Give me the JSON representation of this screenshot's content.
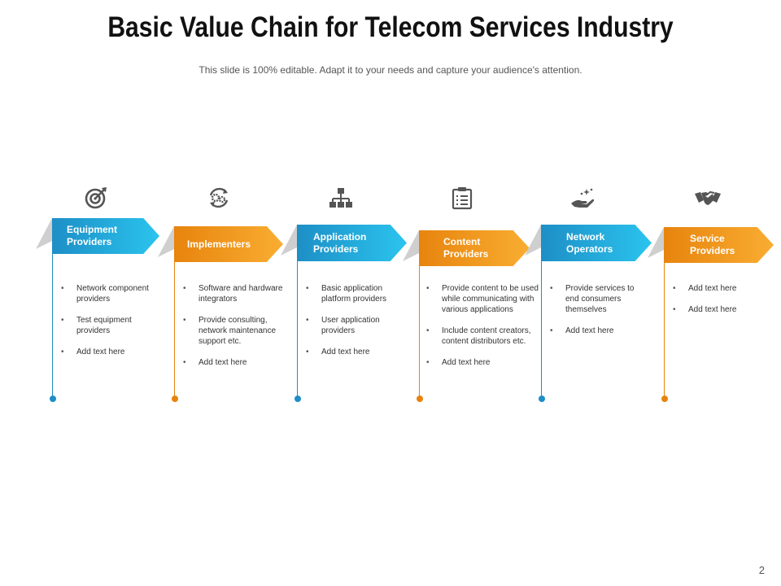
{
  "title": "Basic Value Chain for Telecom Services Industry",
  "subtitle": "This slide is 100% editable. Adapt it to your needs and capture your audience's attention.",
  "page_number": "2",
  "colors": {
    "blue": "#1d8fc6",
    "blue_light": "#2bc4ee",
    "orange": "#e7840e",
    "orange_light": "#f9ad32",
    "icon": "#555555"
  },
  "stages": [
    {
      "name": "Equipment Providers",
      "line1": "Equipment",
      "line2": "Providers",
      "icon": "target-icon",
      "color": "blue",
      "bullets": [
        "Network component providers",
        "Test equipment providers",
        "Add text here"
      ]
    },
    {
      "name": "Implementers",
      "line1": "Implementers",
      "line2": "",
      "icon": "gears-icon",
      "color": "orange",
      "bullets": [
        "Software and hardware integrators",
        "Provide consulting, network maintenance support etc.",
        "Add text here"
      ]
    },
    {
      "name": "Application Providers",
      "line1": "Application",
      "line2": "Providers",
      "icon": "hierarchy-icon",
      "color": "blue",
      "bullets": [
        "Basic application platform providers",
        "User application providers",
        "Add text here"
      ]
    },
    {
      "name": "Content Providers",
      "line1": "Content",
      "line2": "Providers",
      "icon": "clipboard-icon",
      "color": "orange",
      "bullets": [
        "Provide content to be used while communicating with various applications",
        "Include content creators, content distributors etc.",
        "Add text here"
      ]
    },
    {
      "name": "Network Operators",
      "line1": "Network",
      "line2": "Operators",
      "icon": "hand-sparkle-icon",
      "color": "blue",
      "bullets": [
        "Provide services to end consumers themselves",
        "Add text here"
      ]
    },
    {
      "name": "Service Providers",
      "line1": "Service",
      "line2": "Providers",
      "icon": "handshake-icon",
      "color": "orange",
      "bullets": [
        "Add text here",
        "Add text here"
      ]
    }
  ]
}
